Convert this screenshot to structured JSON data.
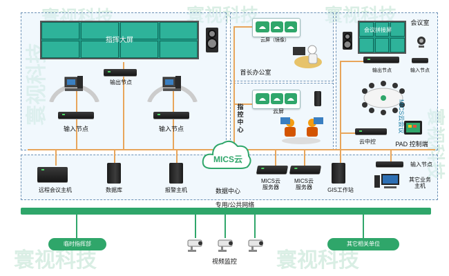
{
  "watermark": "寰视科技",
  "zones": {
    "command_center": {
      "screen_label": "指挥大屏",
      "output_node": "输出节点",
      "input_node_1": "输入节点",
      "input_node_2": "输入节点"
    },
    "office": {
      "cloud_label": "云屏（镜像）",
      "title": "首长办公室"
    },
    "control_center": {
      "cloud_label": "云屏",
      "title_chars": [
        "指",
        "控",
        "中",
        "心"
      ]
    },
    "conference": {
      "title": "会议室",
      "screen_label": "会议拼接屏",
      "output_node": "输出节点",
      "input_node": "输入节点",
      "mics_label": "MICS云会议",
      "cloud_control": "云中控",
      "pad": "PAD 控制端"
    },
    "data_center": {
      "cloud": "MICS云",
      "title": "数据中心",
      "remote_host": "远程会议主机",
      "database": "数据库",
      "alarm_host": "报警主机",
      "server_1": "MICS云\n服务器",
      "server_2": "MICS云\n服务器",
      "gis": "GIS工作站",
      "input_node": "输入节点",
      "other_host": "其它业务\n主机"
    }
  },
  "network": {
    "label": "专用/公共网络",
    "left": "临时指挥部",
    "right": "其它相关单位",
    "video": "视频监控"
  },
  "colors": {
    "network_green": "#2fa66a",
    "wire_orange": "#e8a55a",
    "zone_border": "#6a8fb5",
    "screen_teal": "#1f9a86"
  }
}
